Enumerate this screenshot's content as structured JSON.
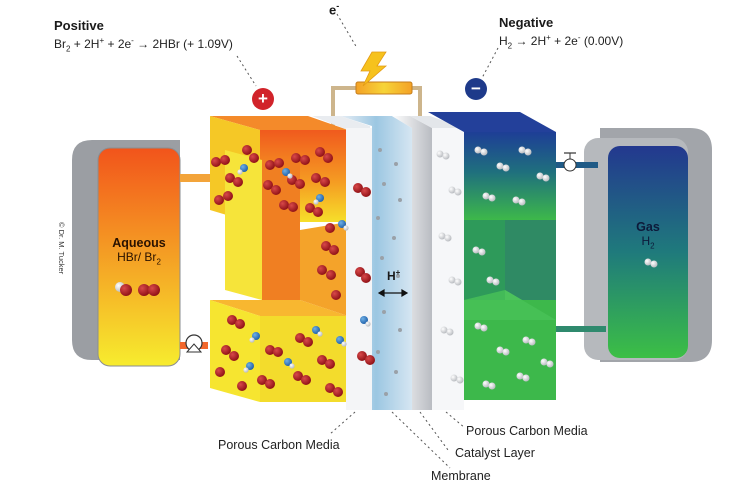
{
  "positive": {
    "title": "Positive",
    "equation_parts": [
      "Br",
      "2",
      " + 2H",
      "+",
      " + 2e",
      "-",
      " → 2HBr (+ 1.09V)"
    ]
  },
  "negative": {
    "title": "Negative",
    "equation_parts": [
      "H",
      "2",
      " → 2H",
      "+",
      " + 2e",
      "-",
      " (0.00V)"
    ]
  },
  "electron": {
    "symbol": "e",
    "charge": "-"
  },
  "terminals": {
    "positive": "+",
    "negative": "−"
  },
  "tanks": {
    "aqueous": {
      "title": "Aqueous",
      "subtitle": "HBr/ Br",
      "subtitle_sub": "2"
    },
    "gas": {
      "title": "Gas",
      "subtitle": "H",
      "subtitle_sub": "2"
    }
  },
  "proton": {
    "symbol": "H",
    "charge": "+"
  },
  "labels": {
    "porous_left": "Porous Carbon Media",
    "porous_right": "Porous Carbon Media",
    "catalyst": "Catalyst Layer",
    "membrane": "Membrane"
  },
  "copyright": "© Dr. M. Tucker",
  "colors": {
    "orange_red": "#f2541b",
    "yellow": "#f6e52c",
    "blue": "#1c3f9c",
    "green": "#3cb54a",
    "molecule_red": "#a4161a",
    "terminal_red": "#d1232a",
    "terminal_blue": "#1e3a8a"
  }
}
